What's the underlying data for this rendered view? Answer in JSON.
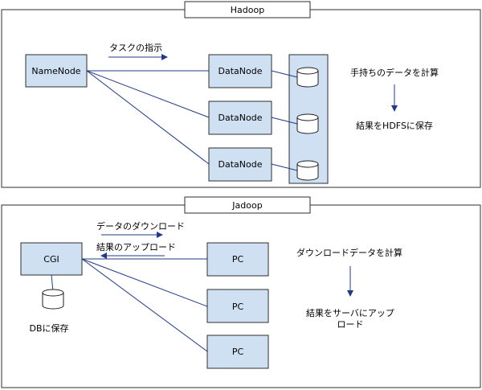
{
  "hadoop": {
    "title": "Hadoop",
    "namenode": "NameNode",
    "task_label": "タスクの指示",
    "datanodes": [
      "DataNode",
      "DataNode",
      "DataNode"
    ],
    "step1": "手持ちのデータを計算",
    "step2": "結果をHDFSに保存"
  },
  "jadoop": {
    "title": "Jadoop",
    "cgi": "CGI",
    "download_label": "データのダウンロード",
    "upload_label": "結果のアップロード",
    "db_label": "DBに保存",
    "pcs": [
      "PC",
      "PC",
      "PC"
    ],
    "step1": "ダウンロードデータを計算",
    "step2_line1": "結果をサーバにアップ",
    "step2_line2": "ロード"
  },
  "colors": {
    "node_fill": "#cfe0f2",
    "connector": "#1f3a8a"
  }
}
